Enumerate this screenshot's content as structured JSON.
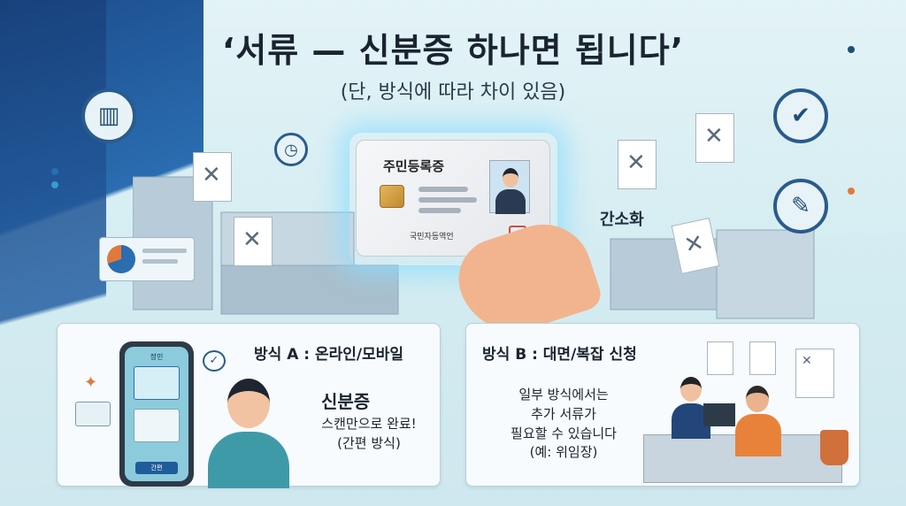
{
  "header": {
    "title": "‘서류 — 신분증 하나면 됩니다’",
    "subtitle": "(단, 방식에 따라 차이 있음)"
  },
  "id_card": {
    "title": "주민등록증",
    "footer": "국민자등역언"
  },
  "labels": {
    "simplified": "간소화"
  },
  "method_a": {
    "heading": "방식 A : 온라인/모바일",
    "phone_top": "정민",
    "phone_button": "간편",
    "big": "신분증",
    "line1": "스캔만으로 완료!",
    "line2": "(간편 방식)"
  },
  "method_b": {
    "heading": "방식 B : 대면/복잡 신청",
    "line1": "일부 방식에서는",
    "line2": "추가 서류가",
    "line3": "필요할 수 있습니다",
    "line4": "(예: 위임장)"
  },
  "icons": [
    "chart-icon",
    "pie-chart-icon",
    "clock-icon",
    "clipboard-check-icon",
    "pen-icon",
    "document-x-icon",
    "chat-check-icon",
    "sparkle-icon"
  ]
}
